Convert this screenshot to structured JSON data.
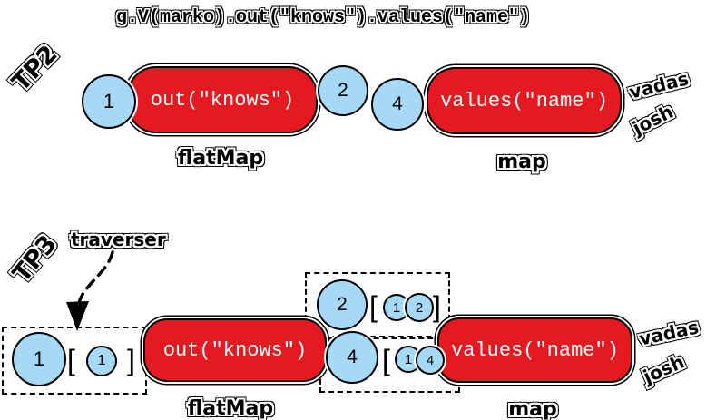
{
  "title": "g.V(marko).out(\"knows\").values(\"name\")",
  "colors": {
    "step_red": "#E41A20",
    "traverser_blue": "#A6D9F5",
    "outline_black": "#000000"
  },
  "tp2": {
    "label": "TP2",
    "input_traverser": "1",
    "out_step": "out(\"knows\")",
    "mid_traverser_2": "2",
    "mid_traverser_4": "4",
    "values_step": "values(\"name\")",
    "flatmap_label": "flatMap",
    "map_label": "map",
    "result_top": "vadas",
    "result_bottom": "josh"
  },
  "tp3": {
    "label": "TP3",
    "traverser_label": "traverser",
    "box1": {
      "main": "1",
      "open": "[",
      "bulk1": "1",
      "close": "]"
    },
    "out_step": "out(\"knows\")",
    "flatmap_label": "flatMap",
    "box2": {
      "main": "2",
      "open": "[",
      "bulk1": "1",
      "bulk2": "2",
      "close": "]"
    },
    "box3": {
      "main": "4",
      "open": "[",
      "bulk1": "1",
      "bulk2": "4"
    },
    "values_step": "values(\"name\")",
    "map_label": "map",
    "result_top": "vadas",
    "result_bottom": "josh"
  }
}
